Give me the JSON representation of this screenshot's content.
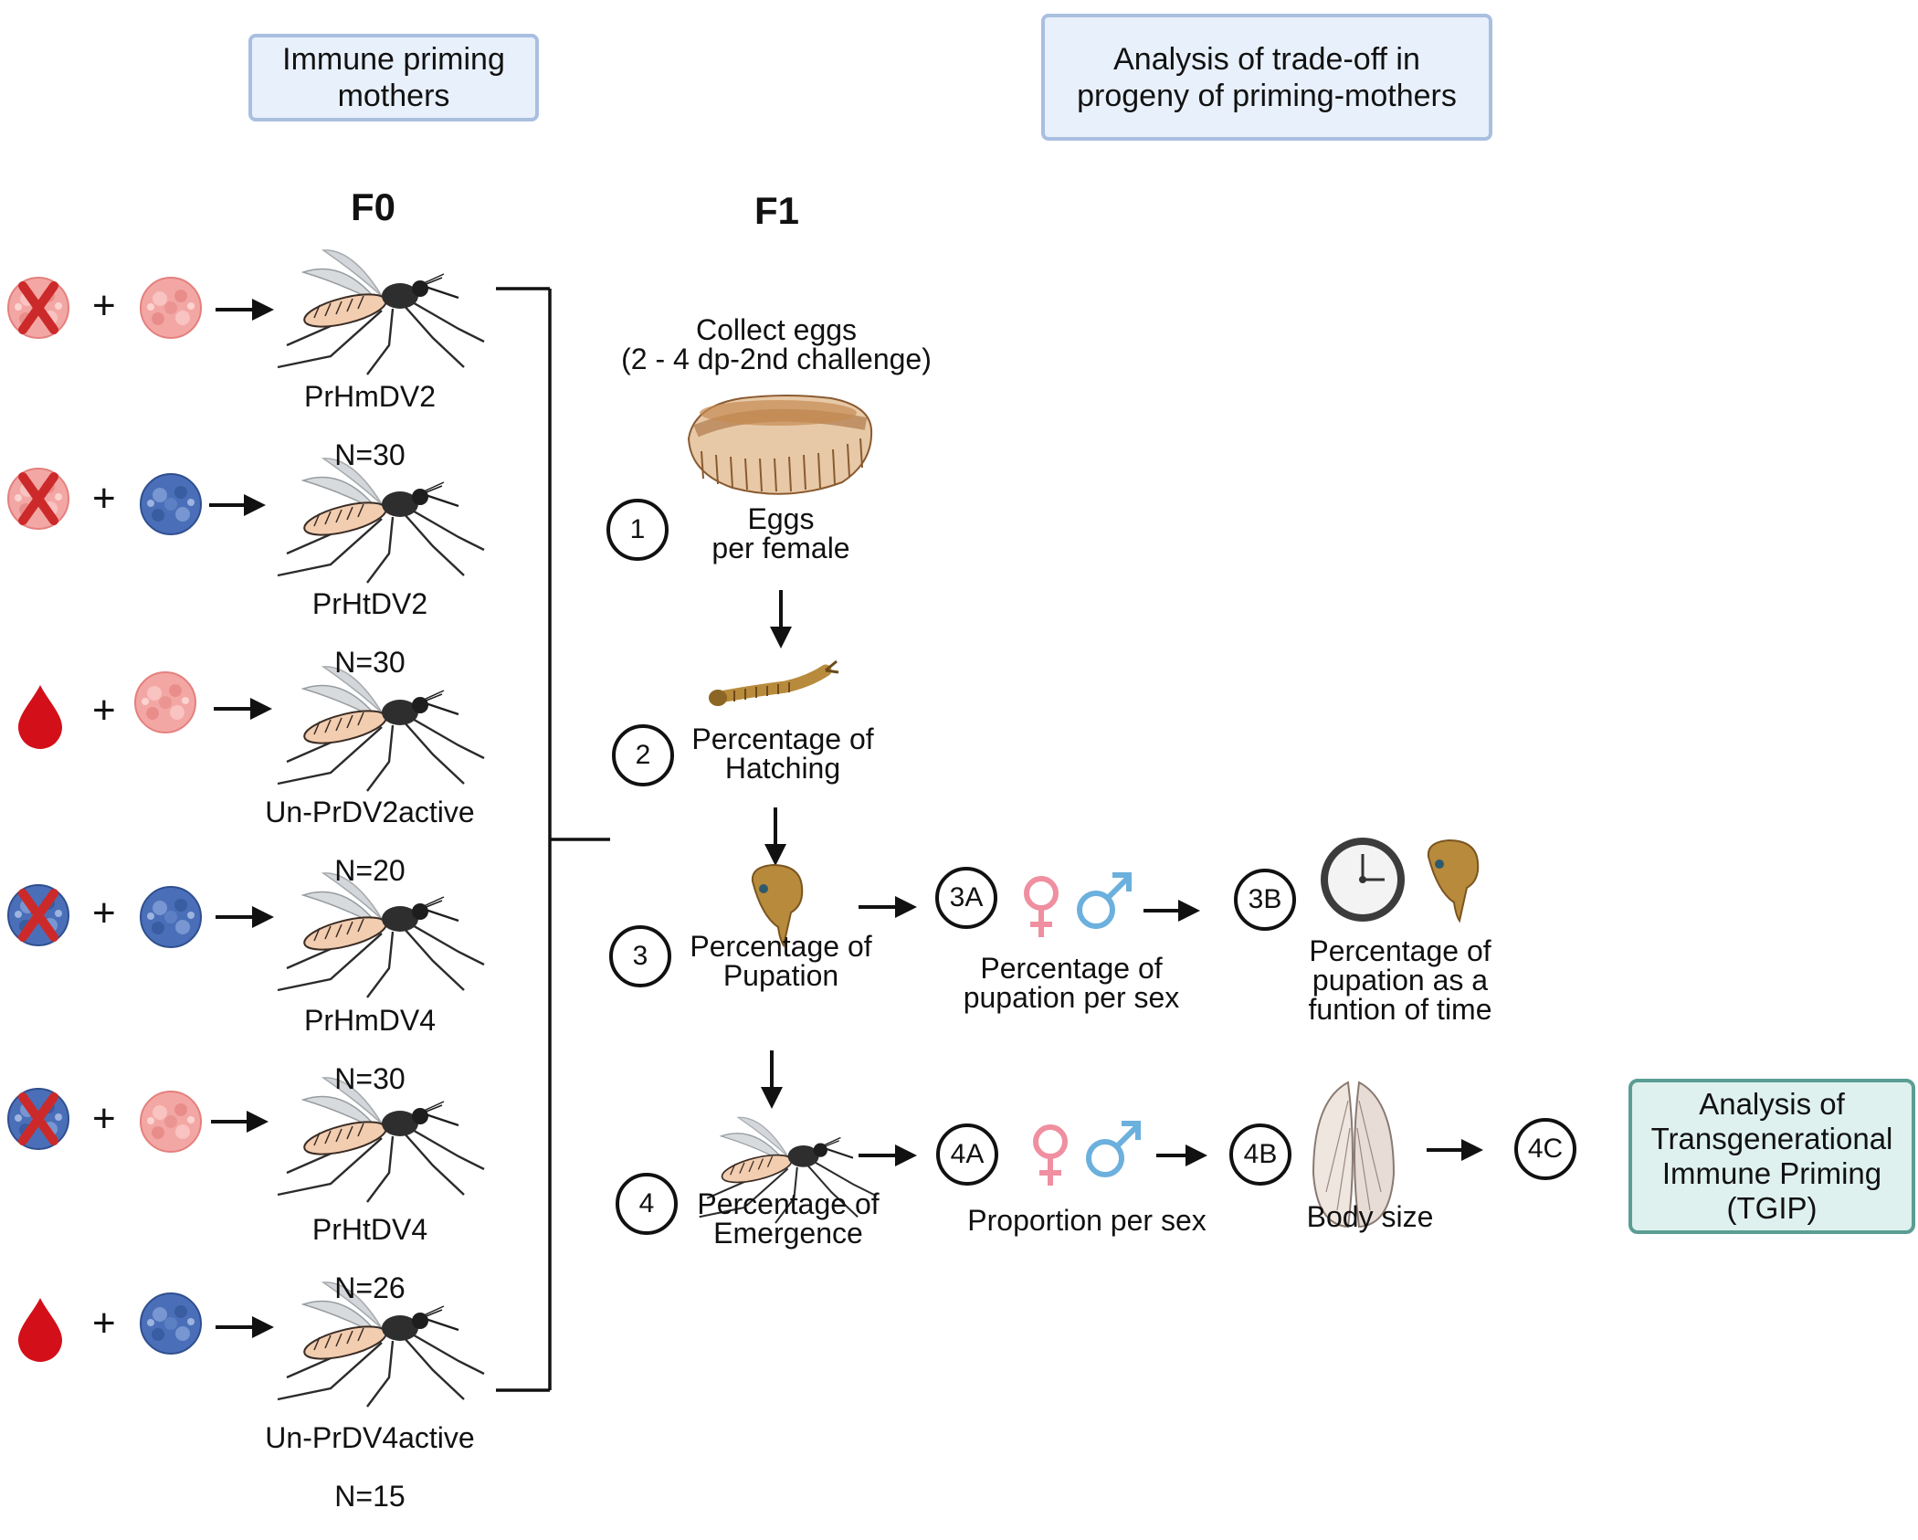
{
  "headers": {
    "priming_mothers": "Immune priming\nmothers",
    "tradeoff": "Analysis of trade-off in\nprogeny of priming-mothers"
  },
  "generations": {
    "f0": "F0",
    "f1": "F1"
  },
  "plus_sign": "+",
  "f0_groups": [
    {
      "first": "infected-cell-crossed-pink",
      "second": "virus-pink",
      "name": "PrHmDV2",
      "n": "N=30"
    },
    {
      "first": "infected-cell-crossed-pink",
      "second": "virus-blue",
      "name": "PrHtDV2",
      "n": "N=30"
    },
    {
      "first": "blood-drop",
      "second": "virus-pink",
      "name": "Un-PrDV2active",
      "n": "N=20"
    },
    {
      "first": "infected-cell-crossed-blue",
      "second": "virus-blue",
      "name": "PrHmDV4",
      "n": "N=30"
    },
    {
      "first": "infected-cell-crossed-blue",
      "second": "virus-pink",
      "name": "PrHtDV4",
      "n": "N=26"
    },
    {
      "first": "blood-drop",
      "second": "virus-blue",
      "name": "Un-PrDV4active",
      "n": "N=15"
    }
  ],
  "f1": {
    "collect_eggs": "Collect eggs\n(2 - 4 dp-2nd challenge)",
    "steps": [
      {
        "num": "1",
        "label": "Eggs\nper female",
        "icon": "egg-raft-icon"
      },
      {
        "num": "2",
        "label": "Percentage of\nHatching",
        "icon": "larva-icon"
      },
      {
        "num": "3",
        "label": "Percentage of\nPupation",
        "icon": "pupa-icon"
      },
      {
        "num": "4",
        "label": "Percentage of\nEmergence",
        "icon": "adult-mosquito-icon"
      }
    ],
    "step3a": {
      "num": "3A",
      "label": "Percentage of\npupation per sex"
    },
    "step3b": {
      "num": "3B",
      "label": "Percentage of\npupation as a\nfuntion of time"
    },
    "step4a": {
      "num": "4A",
      "label": "Proportion per sex"
    },
    "step4b": {
      "num": "4B",
      "label": "Body size"
    },
    "step4c": {
      "num": "4C"
    },
    "tgip": "Analysis of\nTransgenerational\nImmune Priming\n(TGIP)"
  },
  "colors": {
    "female": "#ef8fa0",
    "male": "#6cb0dd",
    "virus_pink": "#f19a9a",
    "virus_blue": "#4a6fb8",
    "cross_red": "#cc2a2a",
    "blood": "#d3101a",
    "header_border": "#a9bfe0",
    "tgip_border": "#5a9d94"
  }
}
